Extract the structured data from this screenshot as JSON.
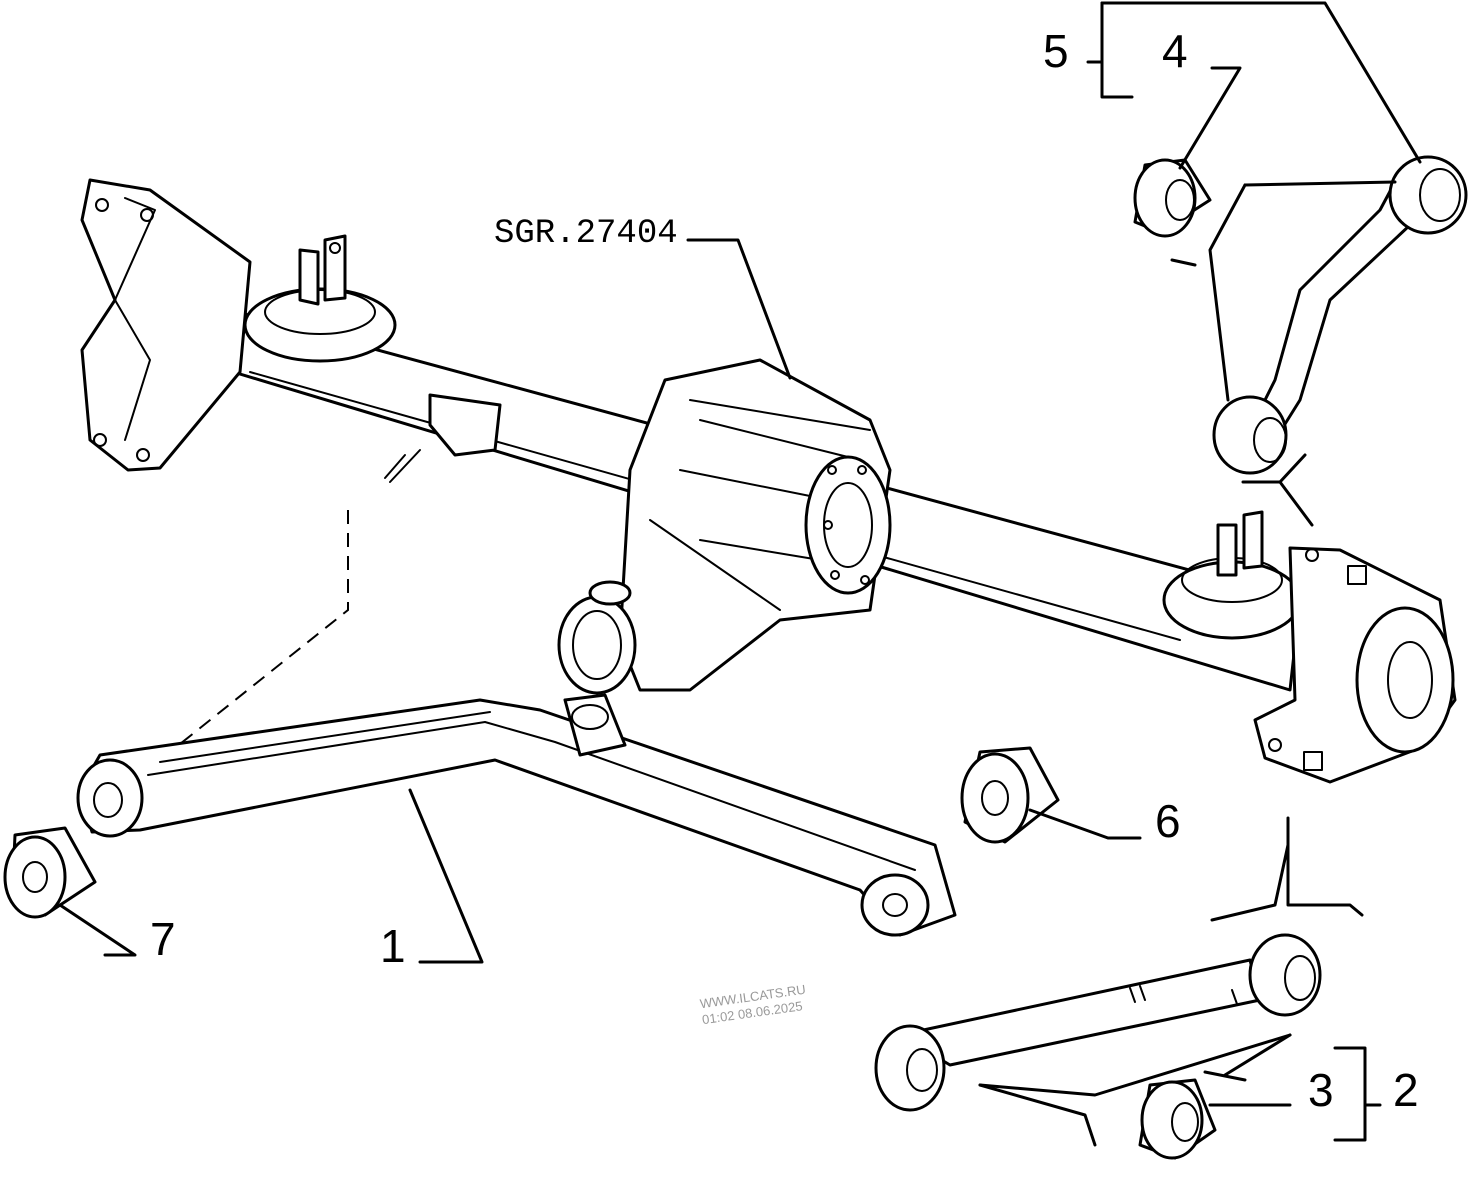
{
  "diagram": {
    "code": "SGR.27404",
    "callouts": [
      {
        "id": "1",
        "text": "1"
      },
      {
        "id": "2",
        "text": "2"
      },
      {
        "id": "3",
        "text": "3"
      },
      {
        "id": "4",
        "text": "4"
      },
      {
        "id": "5",
        "text": "5"
      },
      {
        "id": "6",
        "text": "6"
      },
      {
        "id": "7",
        "text": "7"
      }
    ],
    "watermark": {
      "line1": "WWW.ILCATS.RU",
      "line2": "01:02 08.06.2025"
    }
  }
}
